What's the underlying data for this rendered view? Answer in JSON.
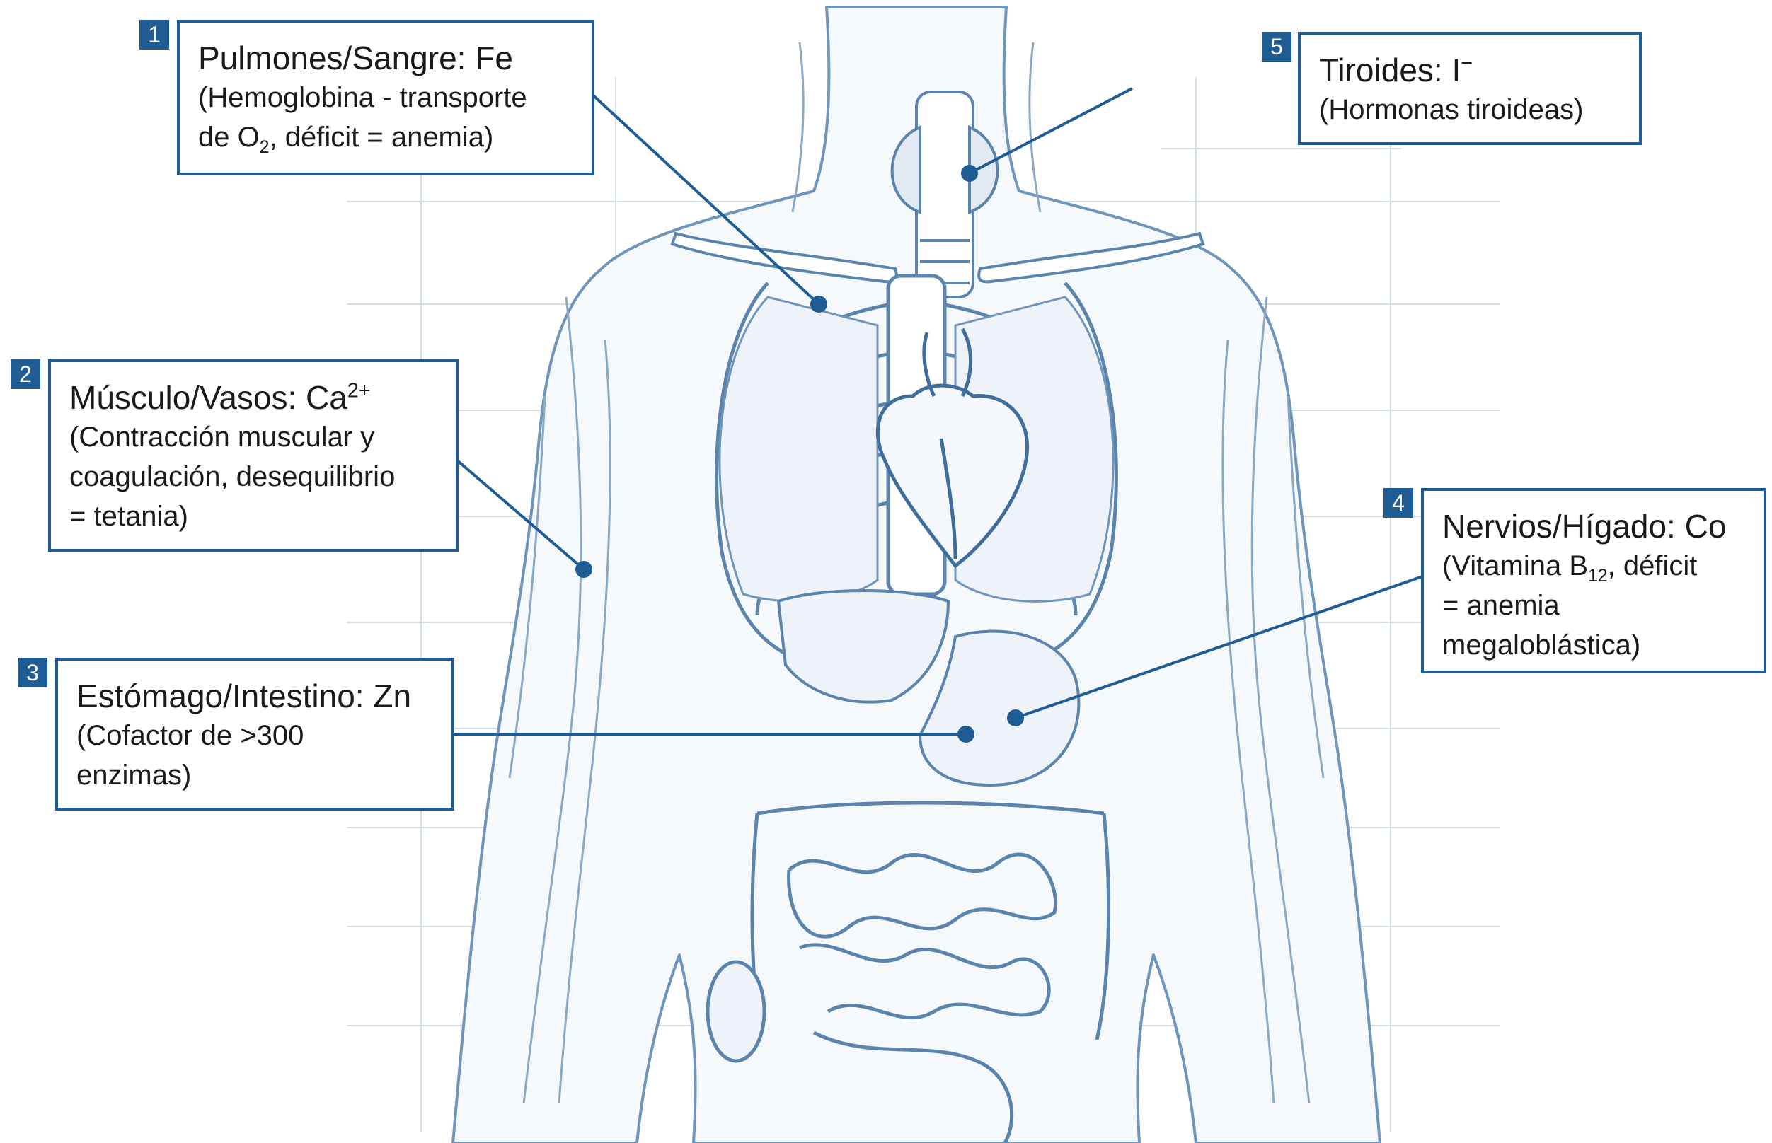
{
  "callouts": [
    {
      "number": "1",
      "title_main": "Pulmones/Sangre: Fe",
      "line1": "(Hemoglobina - transporte",
      "line2_pre": "de O",
      "line2_sub": "2",
      "line2_post": ", déficit = anemia)"
    },
    {
      "number": "2",
      "title_main": "Músculo/Vasos: Ca",
      "title_sup": "2+",
      "line1": "(Contracción muscular y",
      "line2": "coagulación, desequilibrio",
      "line3": "= tetania)"
    },
    {
      "number": "3",
      "title_main": "Estómago/Intestino: Zn",
      "line1": "(Cofactor de >300",
      "line2": "enzimas)"
    },
    {
      "number": "4",
      "title_main": "Nervios/Hígado: Co",
      "line1_pre": "(Vitamina B",
      "line1_sub": "12",
      "line1_post": ", déficit",
      "line2": "= anemia",
      "line3": "megaloblástica)"
    },
    {
      "number": "5",
      "title_main": "Tiroides: I",
      "title_sup": "−",
      "line1": "(Hormonas tiroideas)"
    }
  ],
  "colors": {
    "accent": "#1f5c94",
    "illustration_line": "#5b84ad",
    "illustration_fill": "#eef3f9",
    "grid": "#d3dde8"
  }
}
